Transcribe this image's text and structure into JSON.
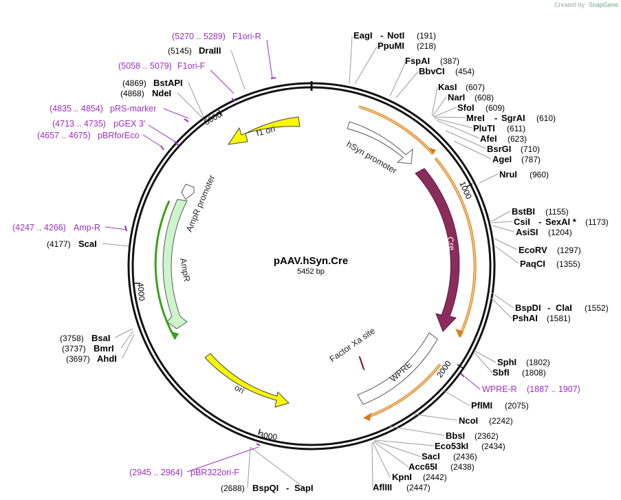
{
  "credit": {
    "prefix": "Created by",
    "brand": "SnapGene"
  },
  "plasmid": {
    "name": "pAAV.hSyn.Cre",
    "size": "5452 bp"
  },
  "ticks": [
    "1000",
    "2000",
    "3000",
    "4000",
    "5000"
  ],
  "features": {
    "f1ori": "f1 ori",
    "hsyn": "hSyn promoter",
    "cre": "Cre",
    "ampr_promoter": "AmpR promoter",
    "ampr": "AmpR",
    "ori": "ori",
    "factor_xa": "Factor Xa site",
    "wpre": "WPRE"
  },
  "primers": [
    {
      "range": "(5270 .. 5289)",
      "name": "F1ori-R"
    },
    {
      "range": "(5058 .. 5079)",
      "name": "F1ori-F"
    },
    {
      "range": "(4835 .. 4854)",
      "name": "pRS-marker"
    },
    {
      "range": "(4713 .. 4735)",
      "name": "pGEX 3'"
    },
    {
      "range": "(4657 .. 4675)",
      "name": "pBRforEco"
    },
    {
      "range": "(4247 .. 4266)",
      "name": "Amp-R"
    },
    {
      "range": "(2945 .. 2964)",
      "name": "pBR322ori-F"
    },
    {
      "name": "WPRE-R",
      "range": "(1887 .. 1907)"
    }
  ],
  "sites_left": [
    {
      "pos": "(5145)",
      "name": "DraIII"
    },
    {
      "pos": "(4869)",
      "name": "BstAPI"
    },
    {
      "pos": "(4868)",
      "name": "NdeI"
    },
    {
      "pos": "(4177)",
      "name": "ScaI"
    },
    {
      "pos": "(3758)",
      "name": "BsaI"
    },
    {
      "pos": "(3737)",
      "name": "BmrI"
    },
    {
      "pos": "(3697)",
      "name": "AhdI"
    },
    {
      "pos": "(2688)",
      "name": "BspQI",
      "name2": "SapI"
    }
  ],
  "sites_right": [
    {
      "name": "EagI",
      "name2": "NotI",
      "pos": "(191)"
    },
    {
      "name": "PpuMI",
      "pos": "(218)"
    },
    {
      "name": "FspAI",
      "pos": "(387)"
    },
    {
      "name": "BbvCI",
      "pos": "(454)"
    },
    {
      "name": "KasI",
      "pos": "(607)"
    },
    {
      "name": "NarI",
      "pos": "(608)"
    },
    {
      "name": "SfoI",
      "pos": "(609)"
    },
    {
      "name": "MreI",
      "name2": "SgrAI",
      "pos": "(610)"
    },
    {
      "name": "PluTI",
      "pos": "(611)"
    },
    {
      "name": "AfeI",
      "pos": "(623)"
    },
    {
      "name": "BsrGI",
      "pos": "(710)"
    },
    {
      "name": "AgeI",
      "pos": "(787)"
    },
    {
      "name": "NruI",
      "pos": "(960)"
    },
    {
      "name": "BstBI",
      "pos": "(1155)"
    },
    {
      "name": "CsiI",
      "name2": "SexAI *",
      "pos": "(1173)"
    },
    {
      "name": "AsiSI",
      "pos": "(1204)"
    },
    {
      "name": "EcoRV",
      "pos": "(1297)"
    },
    {
      "name": "PaqCI",
      "pos": "(1355)"
    },
    {
      "name": "BspDI",
      "name2": "ClaI",
      "pos": "(1552)"
    },
    {
      "name": "PshAI",
      "pos": "(1581)"
    },
    {
      "name": "SphI",
      "pos": "(1802)"
    },
    {
      "name": "SbfI",
      "pos": "(1808)"
    },
    {
      "name": "PflMI",
      "pos": "(2075)"
    },
    {
      "name": "NcoI",
      "pos": "(2242)"
    },
    {
      "name": "BbsI",
      "pos": "(2362)"
    },
    {
      "name": "Eco53kI",
      "pos": "(2434)"
    },
    {
      "name": "SacI",
      "pos": "(2436)"
    },
    {
      "name": "Acc65I",
      "pos": "(2438)"
    },
    {
      "name": "KpnI",
      "pos": "(2442)"
    },
    {
      "name": "AflIII",
      "pos": "(2447)"
    }
  ]
}
